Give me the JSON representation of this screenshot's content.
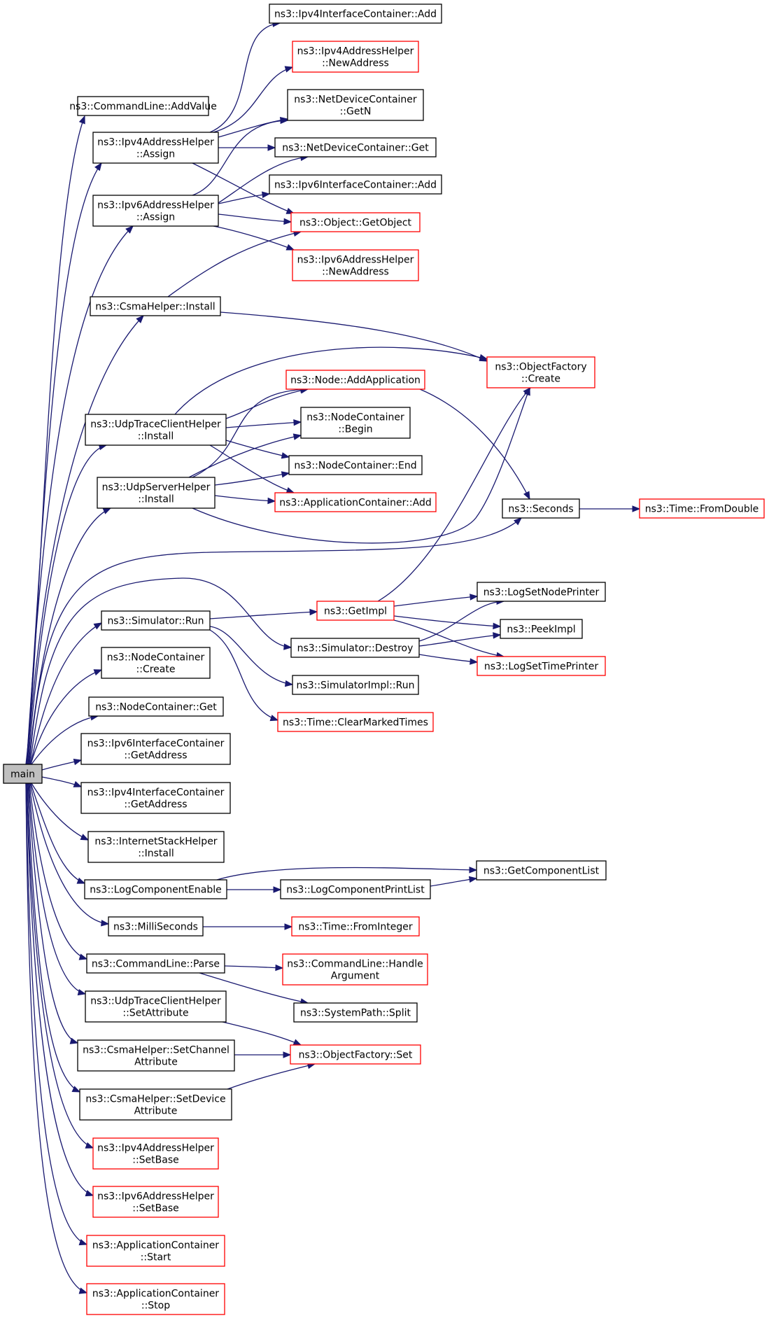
{
  "diagram": {
    "type": "call-graph",
    "colors": {
      "edge": "#191970",
      "node_border": "#000000",
      "node_border_incomplete": "#ff0000",
      "root_fill": "#bfbfbf"
    },
    "nodes": [
      {
        "id": "main",
        "lines": [
          "main"
        ],
        "style": "root"
      },
      {
        "id": "cl_addvalue",
        "lines": [
          "ns3::CommandLine::AddValue"
        ],
        "style": "black"
      },
      {
        "id": "ipv4h_assign",
        "lines": [
          "ns3::Ipv4AddressHelper",
          "::Assign"
        ],
        "style": "black"
      },
      {
        "id": "ipv6h_assign",
        "lines": [
          "ns3::Ipv6AddressHelper",
          "::Assign"
        ],
        "style": "black"
      },
      {
        "id": "csma_install",
        "lines": [
          "ns3::CsmaHelper::Install"
        ],
        "style": "black"
      },
      {
        "id": "udptc_install",
        "lines": [
          "ns3::UdpTraceClientHelper",
          "::Install"
        ],
        "style": "black"
      },
      {
        "id": "udps_install",
        "lines": [
          "ns3::UdpServerHelper",
          "::Install"
        ],
        "style": "black"
      },
      {
        "id": "sim_run",
        "lines": [
          "ns3::Simulator::Run"
        ],
        "style": "black"
      },
      {
        "id": "nc_create",
        "lines": [
          "ns3::NodeContainer",
          "::Create"
        ],
        "style": "black"
      },
      {
        "id": "nc_get",
        "lines": [
          "ns3::NodeContainer::Get"
        ],
        "style": "black"
      },
      {
        "id": "ipv6ic_getaddr",
        "lines": [
          "ns3::Ipv6InterfaceContainer",
          "::GetAddress"
        ],
        "style": "black"
      },
      {
        "id": "ipv4ic_getaddr",
        "lines": [
          "ns3::Ipv4InterfaceContainer",
          "::GetAddress"
        ],
        "style": "black"
      },
      {
        "id": "ish_install",
        "lines": [
          "ns3::InternetStackHelper",
          "::Install"
        ],
        "style": "black"
      },
      {
        "id": "logce",
        "lines": [
          "ns3::LogComponentEnable"
        ],
        "style": "black"
      },
      {
        "id": "millis",
        "lines": [
          "ns3::MilliSeconds"
        ],
        "style": "black"
      },
      {
        "id": "cl_parse",
        "lines": [
          "ns3::CommandLine::Parse"
        ],
        "style": "black"
      },
      {
        "id": "udptc_setattr",
        "lines": [
          "ns3::UdpTraceClientHelper",
          "::SetAttribute"
        ],
        "style": "black"
      },
      {
        "id": "csma_setchan",
        "lines": [
          "ns3::CsmaHelper::SetChannel",
          "Attribute"
        ],
        "style": "black"
      },
      {
        "id": "csma_setdev",
        "lines": [
          "ns3::CsmaHelper::SetDevice",
          "Attribute"
        ],
        "style": "black"
      },
      {
        "id": "ipv4h_setbase",
        "lines": [
          "ns3::Ipv4AddressHelper",
          "::SetBase"
        ],
        "style": "red"
      },
      {
        "id": "ipv6h_setbase",
        "lines": [
          "ns3::Ipv6AddressHelper",
          "::SetBase"
        ],
        "style": "red"
      },
      {
        "id": "ac_start",
        "lines": [
          "ns3::ApplicationContainer",
          "::Start"
        ],
        "style": "red"
      },
      {
        "id": "ac_stop",
        "lines": [
          "ns3::ApplicationContainer",
          "::Stop"
        ],
        "style": "red"
      },
      {
        "id": "ipv4ic_add",
        "lines": [
          "ns3::Ipv4InterfaceContainer::Add"
        ],
        "style": "black"
      },
      {
        "id": "ipv4h_newaddr",
        "lines": [
          "ns3::Ipv4AddressHelper",
          "::NewAddress"
        ],
        "style": "red"
      },
      {
        "id": "ndc_getn",
        "lines": [
          "ns3::NetDeviceContainer",
          "::GetN"
        ],
        "style": "black"
      },
      {
        "id": "ndc_get",
        "lines": [
          "ns3::NetDeviceContainer::Get"
        ],
        "style": "black"
      },
      {
        "id": "ipv6ic_add",
        "lines": [
          "ns3::Ipv6InterfaceContainer::Add"
        ],
        "style": "black"
      },
      {
        "id": "obj_getobject",
        "lines": [
          "ns3::Object::GetObject"
        ],
        "style": "red"
      },
      {
        "id": "ipv6h_newaddr",
        "lines": [
          "ns3::Ipv6AddressHelper",
          "::NewAddress"
        ],
        "style": "red"
      },
      {
        "id": "of_create",
        "lines": [
          "ns3::ObjectFactory",
          "::Create"
        ],
        "style": "red"
      },
      {
        "id": "node_addapp",
        "lines": [
          "ns3::Node::AddApplication"
        ],
        "style": "red"
      },
      {
        "id": "nc_begin",
        "lines": [
          "ns3::NodeContainer",
          "::Begin"
        ],
        "style": "black"
      },
      {
        "id": "nc_end",
        "lines": [
          "ns3::NodeContainer::End"
        ],
        "style": "black"
      },
      {
        "id": "ac_add",
        "lines": [
          "ns3::ApplicationContainer::Add"
        ],
        "style": "red"
      },
      {
        "id": "seconds",
        "lines": [
          "ns3::Seconds"
        ],
        "style": "black"
      },
      {
        "id": "time_fromdouble",
        "lines": [
          "ns3::Time::FromDouble"
        ],
        "style": "red"
      },
      {
        "id": "getimpl",
        "lines": [
          "ns3::GetImpl"
        ],
        "style": "red"
      },
      {
        "id": "sim_destroy",
        "lines": [
          "ns3::Simulator::Destroy"
        ],
        "style": "black"
      },
      {
        "id": "simimpl_run",
        "lines": [
          "ns3::SimulatorImpl::Run"
        ],
        "style": "black"
      },
      {
        "id": "time_clearmarked",
        "lines": [
          "ns3::Time::ClearMarkedTimes"
        ],
        "style": "red"
      },
      {
        "id": "log_setnodeprinter",
        "lines": [
          "ns3::LogSetNodePrinter"
        ],
        "style": "black"
      },
      {
        "id": "peekimpl",
        "lines": [
          "ns3::PeekImpl"
        ],
        "style": "black"
      },
      {
        "id": "log_settimeprinter",
        "lines": [
          "ns3::LogSetTimePrinter"
        ],
        "style": "red"
      },
      {
        "id": "get_complist",
        "lines": [
          "ns3::GetComponentList"
        ],
        "style": "black"
      },
      {
        "id": "logcpl",
        "lines": [
          "ns3::LogComponentPrintList"
        ],
        "style": "black"
      },
      {
        "id": "time_frominteger",
        "lines": [
          "ns3::Time::FromInteger"
        ],
        "style": "red"
      },
      {
        "id": "cl_handlearg",
        "lines": [
          "ns3::CommandLine::Handle",
          "Argument"
        ],
        "style": "red"
      },
      {
        "id": "sp_split",
        "lines": [
          "ns3::SystemPath::Split"
        ],
        "style": "black"
      },
      {
        "id": "of_set",
        "lines": [
          "ns3::ObjectFactory::Set"
        ],
        "style": "red"
      }
    ],
    "edges": [
      [
        "main",
        "cl_addvalue"
      ],
      [
        "main",
        "ipv4h_assign"
      ],
      [
        "main",
        "ipv6h_assign"
      ],
      [
        "main",
        "csma_install"
      ],
      [
        "main",
        "udptc_install"
      ],
      [
        "main",
        "udps_install"
      ],
      [
        "main",
        "seconds"
      ],
      [
        "main",
        "sim_destroy"
      ],
      [
        "main",
        "sim_run"
      ],
      [
        "main",
        "nc_create"
      ],
      [
        "main",
        "nc_get"
      ],
      [
        "main",
        "ipv6ic_getaddr"
      ],
      [
        "main",
        "ipv4ic_getaddr"
      ],
      [
        "main",
        "ish_install"
      ],
      [
        "main",
        "logce"
      ],
      [
        "main",
        "millis"
      ],
      [
        "main",
        "cl_parse"
      ],
      [
        "main",
        "udptc_setattr"
      ],
      [
        "main",
        "csma_setchan"
      ],
      [
        "main",
        "csma_setdev"
      ],
      [
        "main",
        "ipv4h_setbase"
      ],
      [
        "main",
        "ipv6h_setbase"
      ],
      [
        "main",
        "ac_start"
      ],
      [
        "main",
        "ac_stop"
      ],
      [
        "ipv4h_assign",
        "ipv4ic_add"
      ],
      [
        "ipv4h_assign",
        "ipv4h_newaddr"
      ],
      [
        "ipv4h_assign",
        "ndc_getn"
      ],
      [
        "ipv4h_assign",
        "ndc_get"
      ],
      [
        "ipv4h_assign",
        "obj_getobject"
      ],
      [
        "ipv6h_assign",
        "ndc_getn"
      ],
      [
        "ipv6h_assign",
        "ndc_get"
      ],
      [
        "ipv6h_assign",
        "ipv6ic_add"
      ],
      [
        "ipv6h_assign",
        "obj_getobject"
      ],
      [
        "ipv6h_assign",
        "ipv6h_newaddr"
      ],
      [
        "csma_install",
        "obj_getobject"
      ],
      [
        "csma_install",
        "of_create"
      ],
      [
        "udptc_install",
        "of_create"
      ],
      [
        "udptc_install",
        "node_addapp"
      ],
      [
        "udptc_install",
        "nc_begin"
      ],
      [
        "udptc_install",
        "nc_end"
      ],
      [
        "udptc_install",
        "ac_add"
      ],
      [
        "udps_install",
        "node_addapp"
      ],
      [
        "udps_install",
        "nc_begin"
      ],
      [
        "udps_install",
        "nc_end"
      ],
      [
        "udps_install",
        "ac_add"
      ],
      [
        "udps_install",
        "of_create"
      ],
      [
        "node_addapp",
        "seconds"
      ],
      [
        "seconds",
        "time_fromdouble"
      ],
      [
        "sim_run",
        "getimpl"
      ],
      [
        "sim_run",
        "simimpl_run"
      ],
      [
        "sim_run",
        "time_clearmarked"
      ],
      [
        "getimpl",
        "of_create"
      ],
      [
        "getimpl",
        "log_setnodeprinter"
      ],
      [
        "getimpl",
        "peekimpl"
      ],
      [
        "getimpl",
        "log_settimeprinter"
      ],
      [
        "sim_destroy",
        "log_setnodeprinter"
      ],
      [
        "sim_destroy",
        "peekimpl"
      ],
      [
        "sim_destroy",
        "log_settimeprinter"
      ],
      [
        "logce",
        "get_complist"
      ],
      [
        "logce",
        "logcpl"
      ],
      [
        "logcpl",
        "get_complist"
      ],
      [
        "millis",
        "time_frominteger"
      ],
      [
        "cl_parse",
        "cl_handlearg"
      ],
      [
        "cl_parse",
        "sp_split"
      ],
      [
        "udptc_setattr",
        "of_set"
      ],
      [
        "csma_setchan",
        "of_set"
      ],
      [
        "csma_setdev",
        "of_set"
      ]
    ]
  }
}
